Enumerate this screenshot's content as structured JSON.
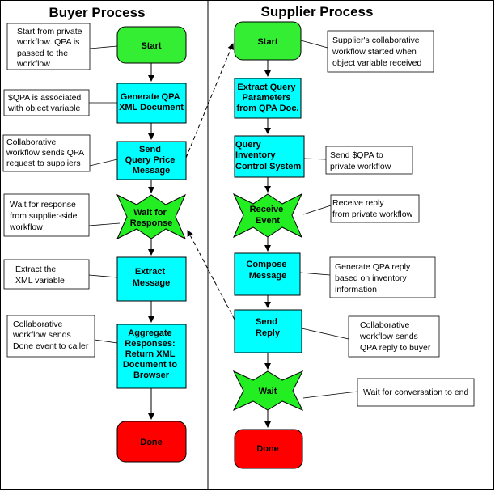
{
  "lanes": {
    "buyer_title": "Buyer  Process",
    "supplier_title": "Supplier Process"
  },
  "colors": {
    "start": "#33ee33",
    "process": "#00ffff",
    "event": "#22ee22",
    "done": "#ff0000"
  },
  "buyer": {
    "start": "Start",
    "generate": [
      "Generate QPA",
      "XML Document"
    ],
    "send": [
      "Send",
      "Query Price",
      "Message"
    ],
    "wait": [
      "Wait for",
      "Response"
    ],
    "extract": [
      "Extract",
      "Message"
    ],
    "aggregate": [
      "Aggregate",
      "Responses:",
      "Return XML",
      "Document to",
      "Browser"
    ],
    "done": "Done"
  },
  "supplier": {
    "start": "Start",
    "extract": [
      "Extract Query",
      "Parameters",
      "from QPA Doc."
    ],
    "query": [
      "Query",
      "Inventory",
      "Control System"
    ],
    "receive": [
      "Receive",
      "Event"
    ],
    "compose": [
      "Compose",
      "Message"
    ],
    "send": [
      "Send",
      "Reply"
    ],
    "wait": "Wait",
    "done": "Done"
  },
  "notes": {
    "b1": [
      "Start from private",
      "workflow. QPA is",
      "passed to the",
      "workflow"
    ],
    "b2": [
      "$QPA is associated",
      "with object variable"
    ],
    "b3": [
      "Collaborative",
      "workflow sends QPA",
      "request to suppliers"
    ],
    "b4": [
      "Wait for response",
      "from supplier-side",
      "workflow"
    ],
    "b5": [
      "Extract the",
      "XML variable"
    ],
    "b6": [
      "Collaborative",
      "workflow sends",
      "Done event to caller"
    ],
    "s1": [
      "Supplier's collaborative",
      "workflow started when",
      "object variable received"
    ],
    "s2": [
      "Send $QPA to",
      "private workflow"
    ],
    "s3": [
      "Receive reply",
      "from private workflow"
    ],
    "s4": [
      "Generate QPA reply",
      "based on inventory",
      "information"
    ],
    "s5": [
      "Collaborative",
      "workflow sends",
      "QPA reply to buyer"
    ],
    "s6": [
      "Wait for conversation to end"
    ]
  }
}
